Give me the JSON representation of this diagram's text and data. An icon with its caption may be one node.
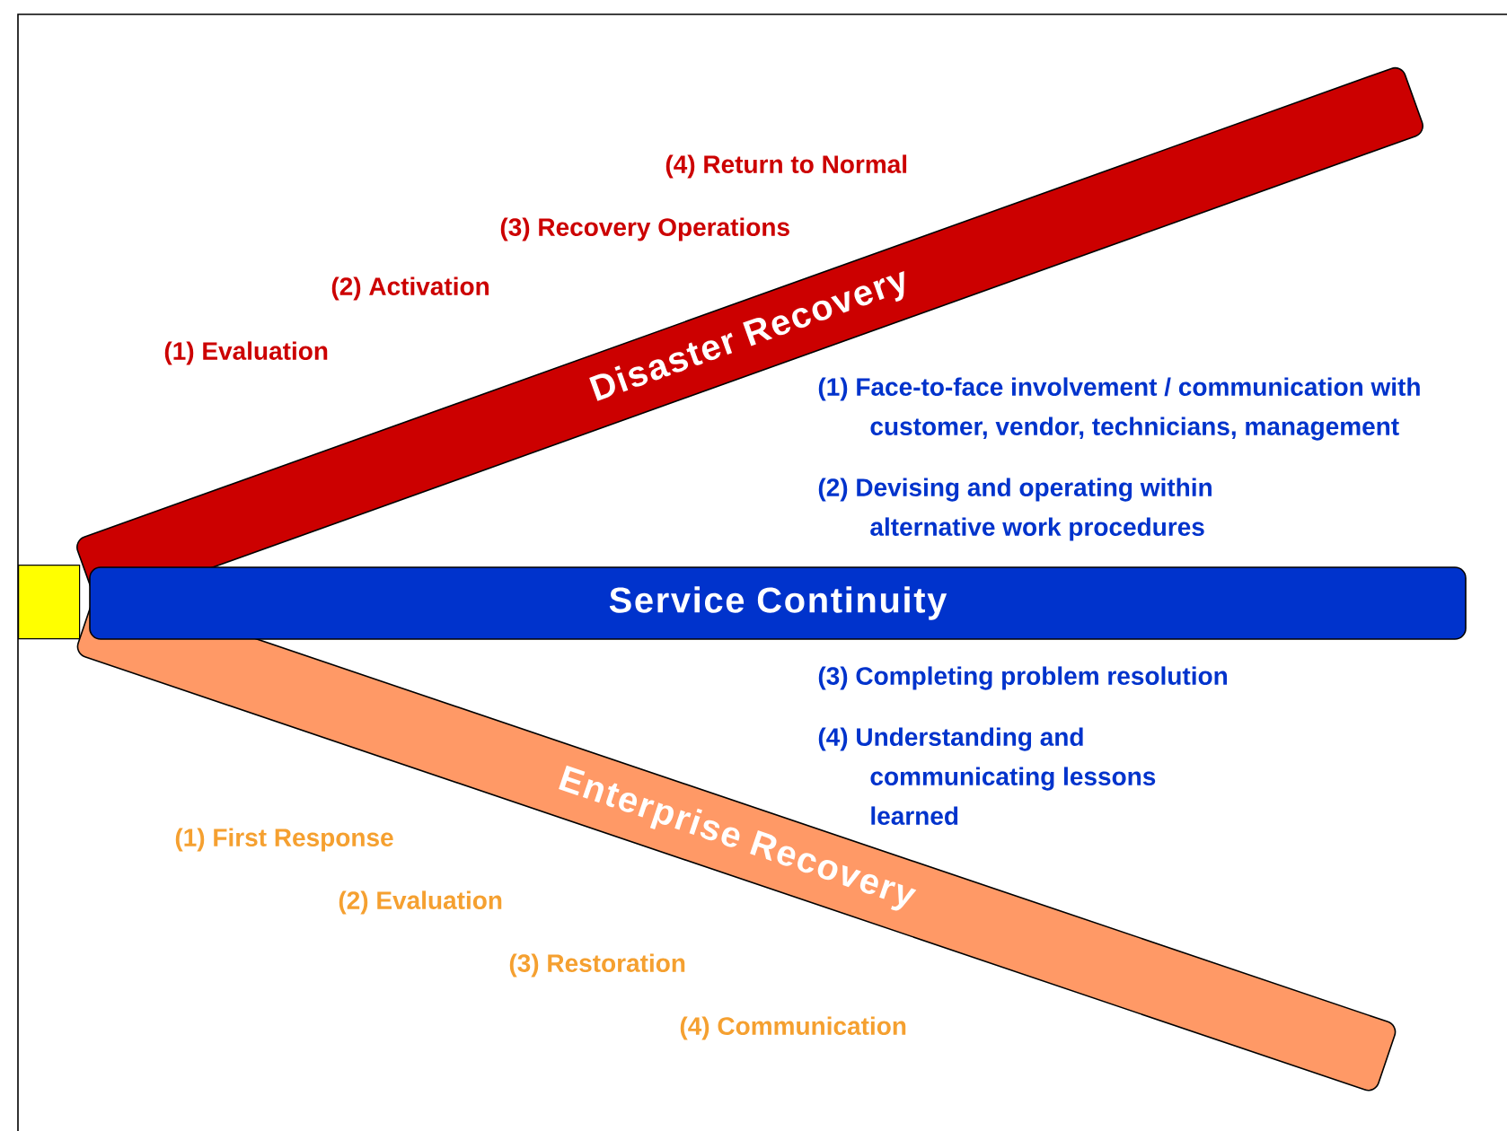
{
  "diagram": {
    "nodes": [
      {
        "text": [],
        "shape": "bar"
      },
      {
        "text": [
          "Disaster Recovery"
        ]
      },
      {
        "text": [
          "Service Continuity"
        ]
      },
      {
        "text": [
          "Enterprise Recovery"
        ]
      }
    ],
    "labels": [
      "(4) Return to Normal",
      "(3) Recovery Operations",
      "(2) Activation",
      "(1) Evaluation",
      "(1) Face-to-face involvement / communication with customer, vendor, technicians, management",
      "(2) Devising and operating within alternative work procedures",
      "(3) Completing problem resolution",
      "(4) Understanding and communicating lessons learned",
      "(1) First Response",
      "(2) Evaluation",
      "(3) Restoration",
      "(4) Communication"
    ]
  }
}
